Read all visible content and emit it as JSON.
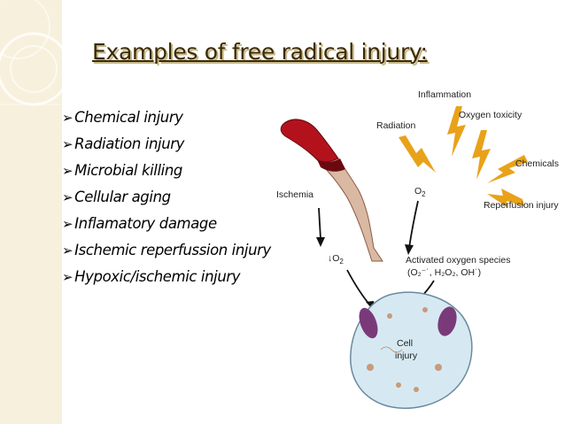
{
  "slide": {
    "title": "Examples of free radical injury:",
    "bullets": [
      "Chemical injury",
      "Radiation injury",
      "Microbial killing",
      "Cellular aging",
      "Inflamatory damage",
      "Ischemic reperfussion injury",
      "Hypoxic/ischemic injury"
    ],
    "bullet_icon": "checkmark-arrow-icon"
  },
  "diagram": {
    "inflammation": "Inflammation",
    "radiation": "Radiation",
    "oxygen_toxicity": "Oxygen toxicity",
    "chemicals": "Chemicals",
    "reperfusion": "Reperfusion injury",
    "ischemia": "Ischemia",
    "o2_top": "O",
    "o2_top_sub": "2",
    "o2_down": "↓O",
    "o2_down_sub": "2",
    "activated_line1": "Activated oxygen species",
    "activated_line2": "(O₂⁻˙, H₂O₂, OH˙)",
    "cell_line1": "Cell",
    "cell_line2": "injury",
    "colors": {
      "bolt": "#e8a21a",
      "vessel": "#b3121c",
      "tissue": "#d9b9a3",
      "cell": "#d6e9f2"
    }
  }
}
